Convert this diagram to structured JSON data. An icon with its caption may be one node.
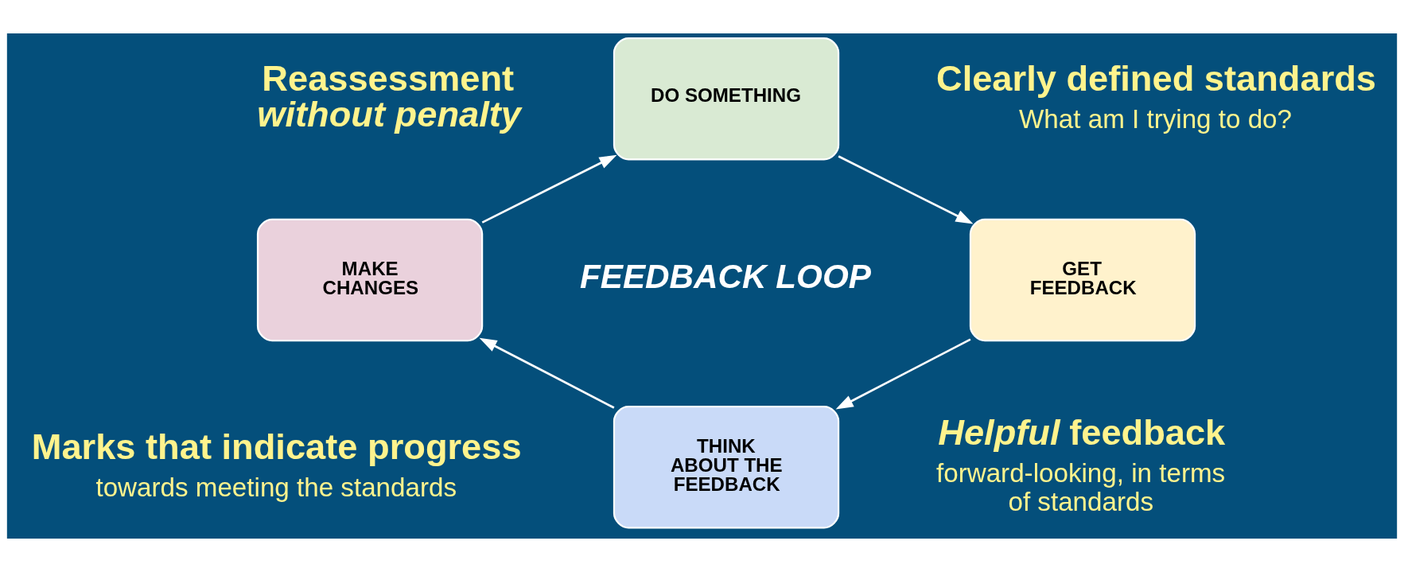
{
  "diagram": {
    "nodes": [
      {
        "text": [
          "DO SOMETHING"
        ]
      },
      {
        "text": [
          "GET FEEDBACK"
        ]
      },
      {
        "text": [
          "THINK ABOUT THE FEEDBACK"
        ]
      },
      {
        "text": [
          "MAKE CHANGES"
        ]
      }
    ],
    "edges": [
      {
        "from": 0,
        "to": 1,
        "arrow": "to"
      },
      {
        "from": 1,
        "to": 2,
        "arrow": "to"
      },
      {
        "from": 2,
        "to": 3,
        "arrow": "to"
      },
      {
        "from": 3,
        "to": 0,
        "arrow": "to"
      }
    ],
    "labels": [
      "Clearly defined standards",
      "What am I trying to do?",
      "Reassessment *without penalty*",
      "FEEDBACK LOOP",
      "*Helpful* feedback",
      "forward-looking, in terms of standards",
      "Marks that indicate progress",
      "towards meeting the standards"
    ]
  }
}
